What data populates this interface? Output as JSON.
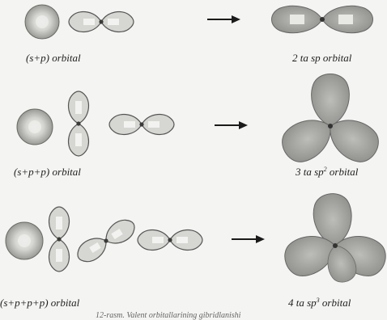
{
  "labels": {
    "row1_left": "(s+p) orbital",
    "row1_right_prefix": "2 ta sp orbital",
    "row2_left": "(s+p+p) orbital",
    "row2_right_prefix": "3 ta sp",
    "row2_right_sup": "2",
    "row2_right_suffix": " orbital",
    "row3_left": "(s+p+p+p) orbital",
    "row3_right_prefix": "4 ta sp",
    "row3_right_sup": "3",
    "row3_right_suffix": " orbital"
  },
  "caption": "12-rasm. Valent orbitallarining gibridlanishi",
  "colors": {
    "orbital_fill": "#9e9e9a",
    "orbital_core": "#ececea",
    "outline": "#555555",
    "arrow": "#1a1a1a"
  }
}
